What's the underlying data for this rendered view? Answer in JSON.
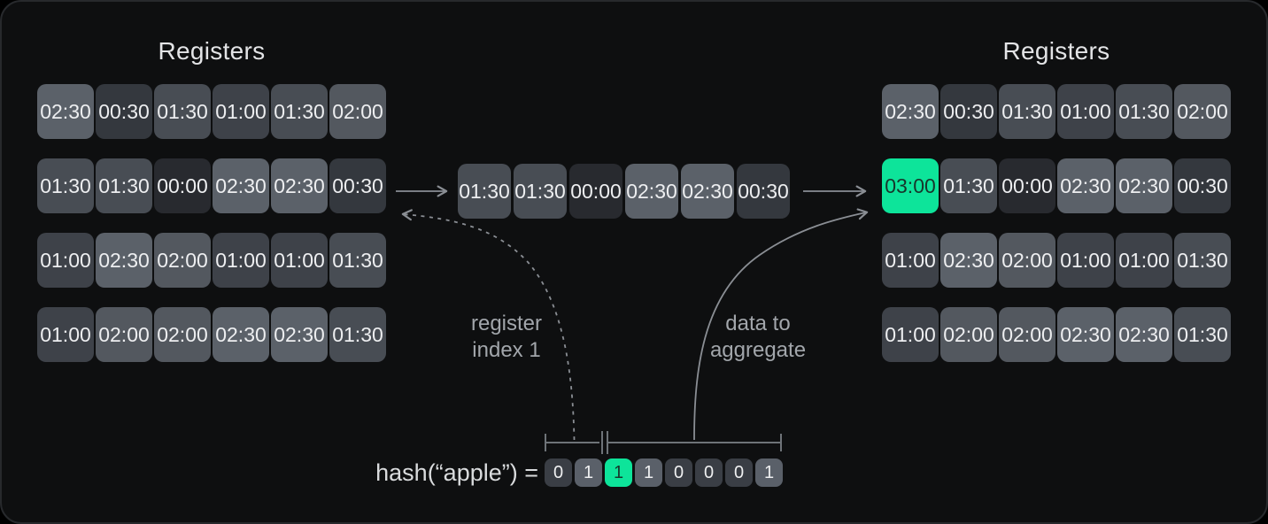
{
  "titles": {
    "left": "Registers",
    "right": "Registers"
  },
  "left_registers": {
    "rows": [
      [
        "02:30",
        "00:30",
        "01:30",
        "01:00",
        "01:30",
        "02:00"
      ],
      [
        "01:30",
        "01:30",
        "00:00",
        "02:30",
        "02:30",
        "00:30"
      ],
      [
        "01:00",
        "02:30",
        "02:00",
        "01:00",
        "01:00",
        "01:30"
      ],
      [
        "01:00",
        "02:00",
        "02:00",
        "02:30",
        "02:30",
        "01:30"
      ]
    ]
  },
  "right_registers": {
    "rows": [
      [
        "02:30",
        "00:30",
        "01:30",
        "01:00",
        "01:30",
        "02:00"
      ],
      [
        "03:00",
        "01:30",
        "00:00",
        "02:30",
        "02:30",
        "00:30"
      ],
      [
        "01:00",
        "02:30",
        "02:00",
        "01:00",
        "01:00",
        "01:30"
      ],
      [
        "01:00",
        "02:00",
        "02:00",
        "02:30",
        "02:30",
        "01:30"
      ]
    ],
    "highlighted_cell": {
      "row": 1,
      "col": 0,
      "value": "03:00"
    }
  },
  "incoming_row": {
    "values": [
      "01:30",
      "01:30",
      "00:00",
      "02:30",
      "02:30",
      "00:30"
    ]
  },
  "annotations": {
    "register_index": {
      "line1": "register",
      "line2": "index 1"
    },
    "data_aggregate": {
      "line1": "data to",
      "line2": "aggregate"
    }
  },
  "hash": {
    "label": "hash(“apple”) =",
    "bits": [
      "0",
      "1",
      "1",
      "1",
      "0",
      "0",
      "0",
      "1"
    ],
    "highlight_bit_index": 2
  },
  "highlight_value": "03:00",
  "colors": {
    "value_bg": {
      "00:00": "#282a2f",
      "00:30": "#34383e",
      "01:00": "#3e4249",
      "01:30": "#484d54",
      "02:00": "#53585f",
      "02:30": "#5b6169",
      "03:00": "#0de49a"
    },
    "bit_zero_bg": "#3a3e45",
    "bit_one_bg": "#5a6069",
    "bit_highlight_bg": "#0de49a",
    "highlight_text": "#17362b",
    "cell_text": "#edeef0",
    "title_text": "#e3e4e6",
    "label_text": "#a2a6ab",
    "hash_text": "#d9dbdd",
    "arrow": "#8a8e94",
    "bracket": "#6e7378",
    "panel_bg": "#0e0f10",
    "panel_border": "#27292c"
  }
}
